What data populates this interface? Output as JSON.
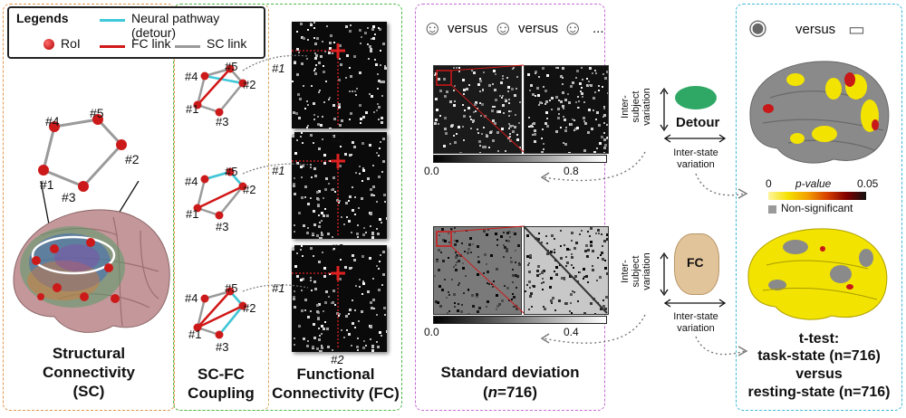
{
  "legend": {
    "title": "Legends",
    "roi": "RoI",
    "neural_pathway": "Neural pathway (detour)",
    "fc_link": "FC link",
    "sc_link": "SC link"
  },
  "colors": {
    "sc_panel_border": "#e0954a",
    "fc_panel_border": "#4cb848",
    "std_panel_border": "#c56ad6",
    "ttest_panel_border": "#3fb8d8",
    "neural_pathway": "#3fc8d8",
    "fc_link": "#d01818",
    "sc_link": "#9a9a9a",
    "roi": "#cc1a1a",
    "brain": "#c4979a",
    "brain_gray": "#8a8a8a",
    "sig_yellow": "#f2e400",
    "sig_red": "#c81818"
  },
  "nodes": {
    "n1": "#1",
    "n2": "#2",
    "n3": "#3",
    "n4": "#4",
    "n5": "#5"
  },
  "sc_panel": {
    "title_line1": "Structural",
    "title_line2": "Connectivity",
    "title_line3": "(SC)"
  },
  "coupling": {
    "title_line1": "SC-FC",
    "title_line2": "Coupling"
  },
  "fc_panel": {
    "title_line1": "Functional",
    "title_line2": "Connectivity (FC)"
  },
  "std_panel": {
    "versus": "versus",
    "ellipsis": "...",
    "detour_scale": {
      "min": "0.0",
      "max": "0.8"
    },
    "fc_scale": {
      "min": "0.0",
      "max": "0.4"
    },
    "title": "Standard deviation",
    "n_label": "(n=716)",
    "n_prefix": "(",
    "n_var": "n",
    "n_value": "=716)"
  },
  "middle": {
    "inter_subject_line1": "Inter-subject",
    "inter_subject_line2": "variation",
    "inter_state_line1": "Inter-state",
    "inter_state_line2": "variation",
    "detour_label": "Detour",
    "fc_label": "FC"
  },
  "ttest_panel": {
    "versus": "versus",
    "pvalue_label": "p-value",
    "pvalue_min": "0",
    "pvalue_max": "0.05",
    "non_significant": "Non-significant",
    "title_line1": "t-test:",
    "title_line2": "task-state (n=716)",
    "title_line3": "versus",
    "title_line4": "resting-state (n=716)"
  }
}
